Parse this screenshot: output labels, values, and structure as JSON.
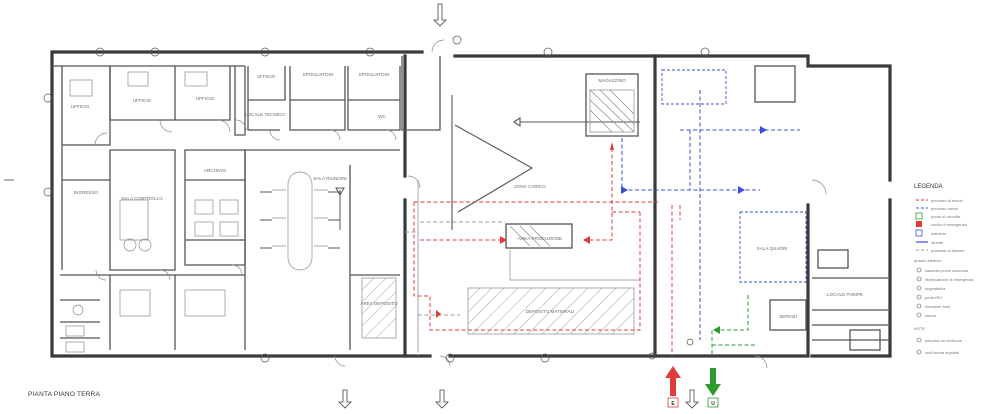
{
  "drawing": {
    "title": "PIANTA PIANO TERRA"
  },
  "rooms": [
    "UFFICIO",
    "UFFICIO",
    "UFFICIO",
    "UFFICIO",
    "SPOGLIATOIO",
    "SPOGLIATOIO",
    "WC",
    "LOCALE TECNICO",
    "INGRESSO",
    "SALA RIUNIONI",
    "ARCHIVIO",
    "SALA CONTROLLO",
    "MAGAZZINO",
    "AREA PRODUZIONE",
    "ZONA CARICO",
    "DEPOSITO MATERIALI",
    "AREA DEPOSITO",
    "SALA QUADRI",
    "LOCALE POMPE",
    "SERVIZI"
  ],
  "arrows": {
    "entry_label": "E",
    "exit_label": "U"
  },
  "legend": {
    "title": "LEGENDA",
    "items": [
      "percorso di esodo",
      "percorso mezzi",
      "punto di raccolta",
      "uscita di emergenza",
      "estintore",
      "idrante",
      "pulsante di allarme",
      "quadro elettrico",
      "cassetta primo soccorso",
      "illuminazione di emergenza",
      "segnaletica",
      "porta REI",
      "rilevatore fumi",
      "sirena"
    ],
    "notes_title": "NOTE",
    "notes": [
      "percorsi da verificare",
      "vedi tavola impianti"
    ]
  },
  "colors": {
    "red_flow": "#e23b3b",
    "blue_flow": "#3b4fd9",
    "green_flow": "#2f9b2f",
    "gray_flow": "#9a9a9a",
    "wall": "#3a3a3a"
  }
}
